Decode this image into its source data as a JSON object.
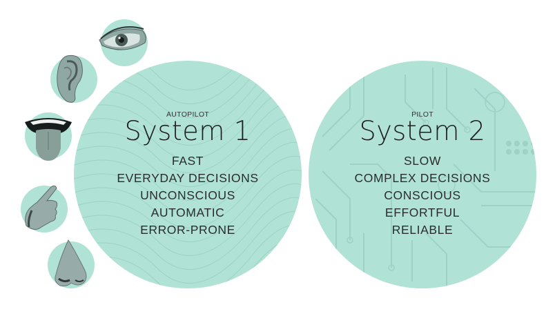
{
  "colors": {
    "circle_fill": "#b0e2d6",
    "texture_line": "#9ccfc3",
    "text": "#2a2a2a",
    "background": "#ffffff"
  },
  "senses": [
    {
      "name": "eye",
      "icon": "eye-icon"
    },
    {
      "name": "ear",
      "icon": "ear-icon"
    },
    {
      "name": "mouth",
      "icon": "mouth-tongue-icon"
    },
    {
      "name": "hand",
      "icon": "hand-touch-icon"
    },
    {
      "name": "nose",
      "icon": "nose-icon"
    }
  ],
  "system1": {
    "eyebrow": "AUTOPILOT",
    "title": "System 1",
    "traits": [
      "FAST",
      "EVERYDAY DECISIONS",
      "UNCONSCIOUS",
      "AUTOMATIC",
      "ERROR-PRONE"
    ],
    "texture": "wavy-lines"
  },
  "system2": {
    "eyebrow": "PILOT",
    "title": "System 2",
    "traits": [
      "SLOW",
      "COMPLEX DECISIONS",
      "CONSCIOUS",
      "EFFORTFUL",
      "RELIABLE"
    ],
    "texture": "circuit-board"
  }
}
